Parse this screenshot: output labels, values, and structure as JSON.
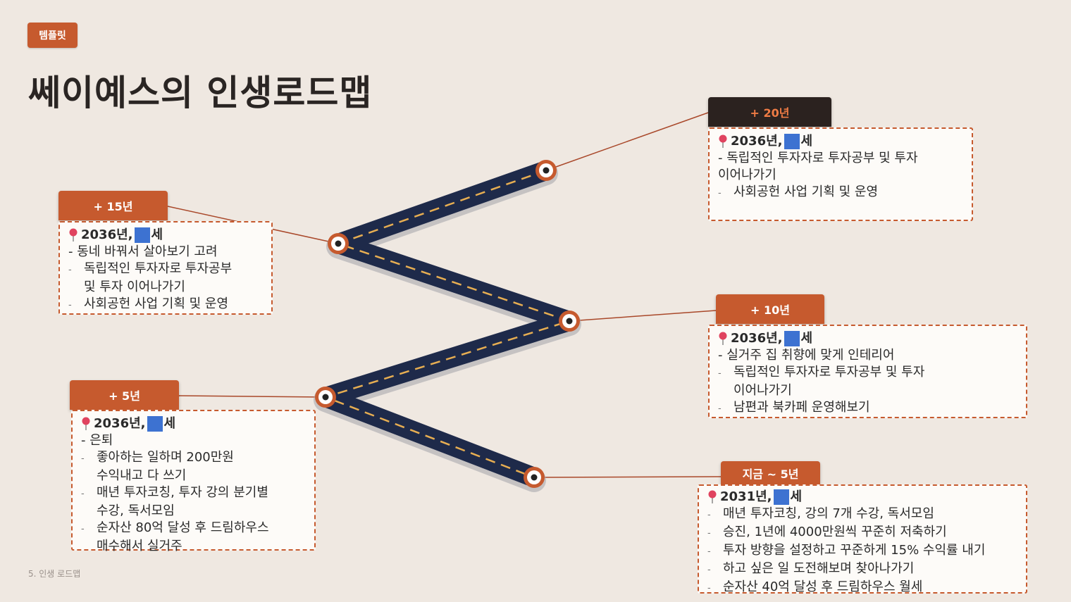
{
  "badge": "템플릿",
  "title": "쎄이예스의 인생로드맵",
  "footer": "5. 인생 로드맵",
  "colors": {
    "accent": "#c65a2e",
    "road": "#1e2a4a",
    "dash": "#e7ae52",
    "dark_tab": "#2b221f",
    "marker": "#3d72d1"
  },
  "milestones": [
    {
      "label": "+ 20년",
      "year": "2036년,",
      "age_suffix": "세",
      "items": [
        "독립적인 투자자로 투자공부 및 투자",
        "이어나가기",
        "사회공헌 사업 기획 및 운영"
      ]
    },
    {
      "label": "+ 15년",
      "year": "2036년,",
      "age_suffix": "세",
      "items": [
        "동네 바꿔서 살아보기 고려",
        "독립적인 투자자로 투자공부",
        "및 투자 이어나가기",
        "사회공헌 사업 기획 및 운영"
      ]
    },
    {
      "label": "+ 10년",
      "year": "2036년,",
      "age_suffix": "세",
      "items": [
        "실거주 집 취향에 맞게 인테리어",
        "독립적인 투자자로 투자공부 및 투자",
        "이어나가기",
        "남편과 북카페 운영해보기"
      ]
    },
    {
      "label": "+ 5년",
      "year": "2036년,",
      "age_suffix": "세",
      "items": [
        "은퇴",
        "좋아하는 일하며 200만원",
        "수익내고 다 쓰기",
        "매년 투자코칭, 투자 강의 분기별",
        "수강, 독서모임",
        "순자산 80억 달성 후 드림하우스",
        "매수해서 실거주"
      ]
    },
    {
      "label": "지금 ~ 5년",
      "year": "2031년,",
      "age_suffix": "세",
      "items": [
        "매년 투자코칭, 강의 7개 수강, 독서모임",
        "승진, 1년에 4000만원씩 꾸준히 저축하기",
        "투자 방향을 설정하고 꾸준하게 15% 수익률 내기",
        "하고 싶은 일 도전해보며 찾아나가기",
        "순자산 40억 달성 후 드림하우스 월세"
      ]
    }
  ]
}
